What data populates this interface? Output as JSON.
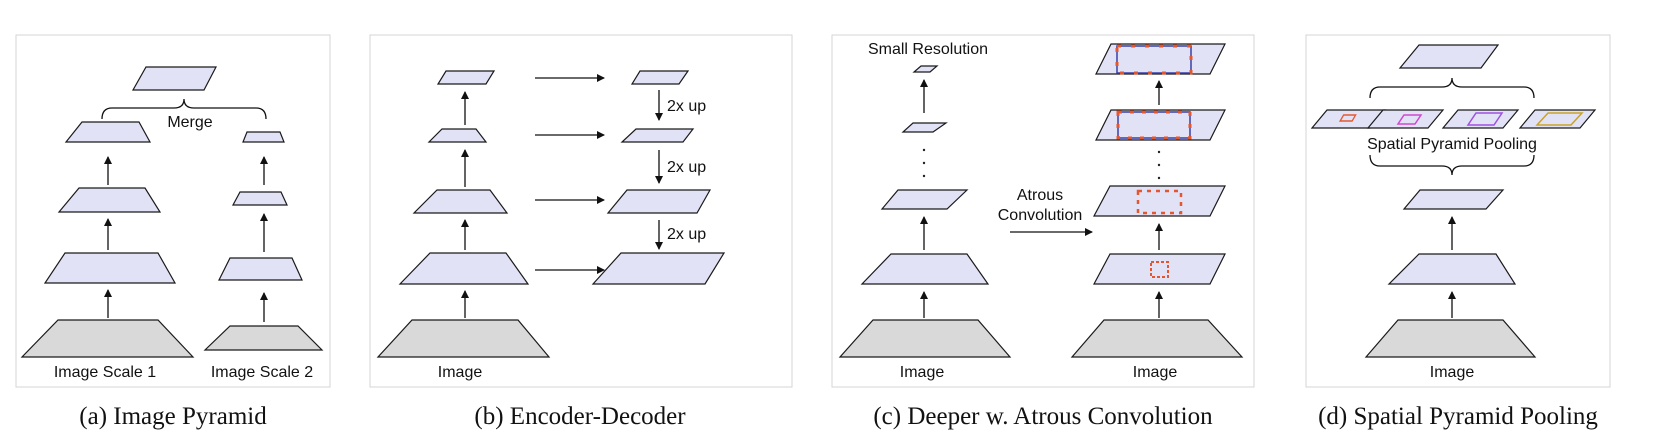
{
  "panel_a": {
    "label_merge": "Merge",
    "label_scale1": "Image Scale 1",
    "label_scale2": "Image Scale 2",
    "caption": "(a) Image Pyramid"
  },
  "panel_b": {
    "label_up1": "2x up",
    "label_up2": "2x up",
    "label_up3": "2x up",
    "label_image": "Image",
    "caption": "(b) Encoder-Decoder"
  },
  "panel_c": {
    "label_small_res": "Small Resolution",
    "label_atrous_1": "Atrous",
    "label_atrous_2": "Convolution",
    "label_image_left": "Image",
    "label_image_right": "Image",
    "caption": "(c) Deeper w. Atrous Convolution"
  },
  "panel_d": {
    "label_spp": "Spatial Pyramid Pooling",
    "label_image": "Image",
    "caption": "(d) Spatial Pyramid Pooling"
  },
  "colors": {
    "feature_fill": "#e2e2f6",
    "image_fill": "#d9d9d9",
    "atrous_kernel": "#e4572e",
    "atrous_frame": "#3b3fa8",
    "pool_orange": "#e4572e",
    "pool_magenta": "#d147d1",
    "pool_violet": "#a050e0",
    "pool_gold": "#c9a227"
  }
}
